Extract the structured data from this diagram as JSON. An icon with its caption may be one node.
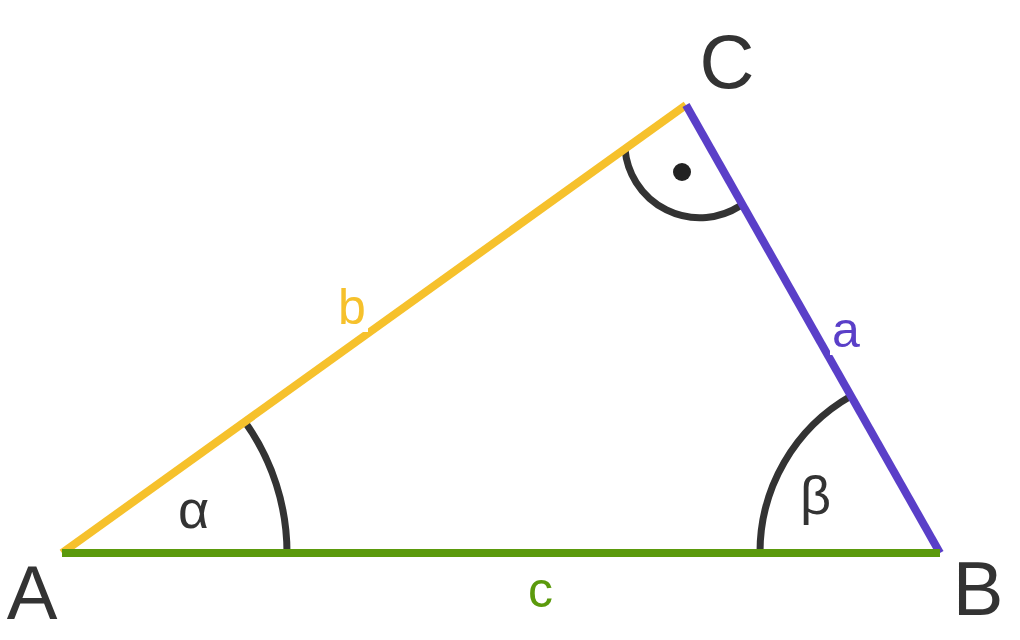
{
  "diagram": {
    "nodes": [
      {
        "text": [
          "C"
        ]
      },
      {
        "text": [
          "A"
        ]
      },
      {
        "text": [
          "B"
        ]
      }
    ],
    "edges": [
      {
        "from": 1,
        "to": 0,
        "arrow": "none",
        "label": "b",
        "color": "#f6c12c"
      },
      {
        "from": 0,
        "to": 2,
        "arrow": "none",
        "label": "a",
        "color": "#5a3fc8"
      },
      {
        "from": 1,
        "to": 2,
        "arrow": "none",
        "label": "c",
        "color": "#5b9a0c"
      }
    ],
    "labels": [
      "α",
      "β"
    ]
  }
}
